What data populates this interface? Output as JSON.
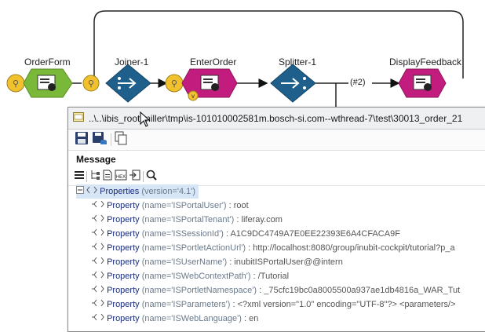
{
  "flow": {
    "nodes": [
      {
        "label": "OrderForm"
      },
      {
        "label": "Joiner-1"
      },
      {
        "label": "EnterOrder"
      },
      {
        "label": "Splitter-1"
      },
      {
        "label": "DisplayFeedback"
      }
    ],
    "branch_label": "(#2)",
    "colors": {
      "green": "#7ab83a",
      "blue": "#1f5f8b",
      "magenta": "#c21c7e",
      "yellow": "#f2c12e"
    }
  },
  "window": {
    "title": "..\\..\\ibis_root\\miller\\tmp\\is-101010002581m.bosch-si.com--wthread-7\\test\\30013_order_21",
    "section_title": "Message",
    "tree": {
      "root": {
        "name": "Properties",
        "attrs": "(version='4.1')"
      },
      "items": [
        {
          "name": "Property",
          "attrs": "(name='ISPortalUser')",
          "value": ": root"
        },
        {
          "name": "Property",
          "attrs": "(name='ISPortalTenant')",
          "value": ": liferay.com"
        },
        {
          "name": "Property",
          "attrs": "(name='ISSessionId')",
          "value": ": A1C9DC4749A7E0EE22393E6A4CFACA9F"
        },
        {
          "name": "Property",
          "attrs": "(name='ISPortletActionUrl')",
          "value": ": http://localhost:8080/group/inubit-cockpit/tutorial?p_a"
        },
        {
          "name": "Property",
          "attrs": "(name='ISUserName')",
          "value": ": inubitISPortalUser@@intern"
        },
        {
          "name": "Property",
          "attrs": "(name='ISWebContextPath')",
          "value": ": /Tutorial"
        },
        {
          "name": "Property",
          "attrs": "(name='ISPortletNamespace')",
          "value": ": _75cfc19bc0a8005500a937ae1db4816a_WAR_Tut"
        },
        {
          "name": "Property",
          "attrs": "(name='ISParameters')",
          "value": ": <?xml version=\"1.0\" encoding=\"UTF-8\"?> <parameters/>"
        },
        {
          "name": "Property",
          "attrs": "(name='ISWebLanguage')",
          "value": ": en"
        }
      ]
    }
  }
}
